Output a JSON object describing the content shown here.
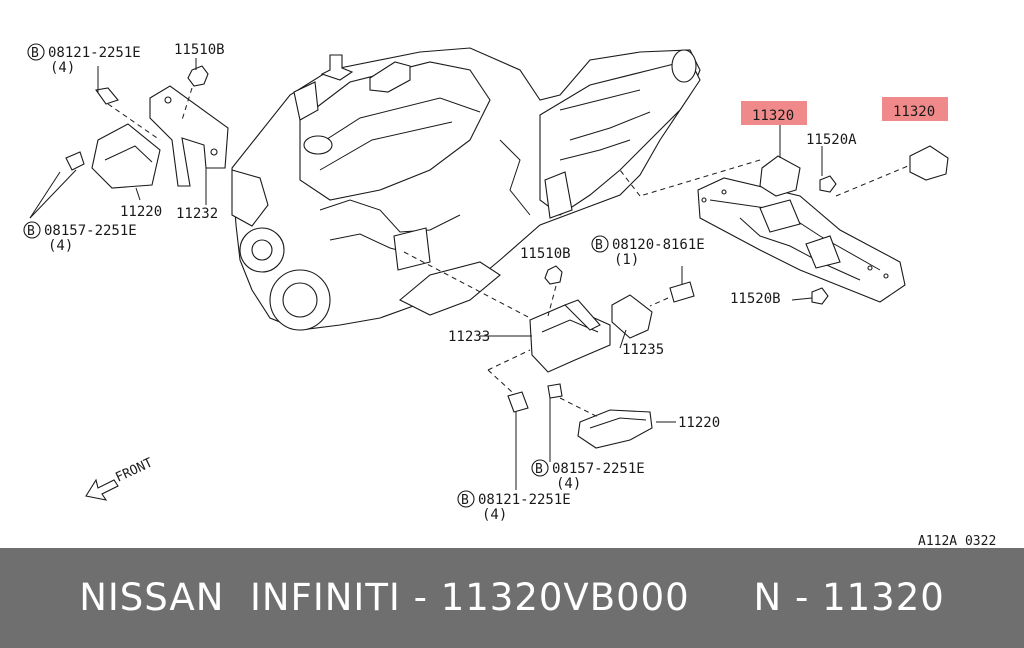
{
  "labels": {
    "top_left_bolt_code": "08121-2251E",
    "top_left_bolt_qty": "(4)",
    "top_left_nut": "11510B",
    "left_mount": "11220",
    "left_bracket": "11232",
    "left_bolt_code": "08157-2251E",
    "left_bolt_qty": "(4)",
    "insulator_a": "11320",
    "insulator_b": "11320",
    "washer_a": "11520A",
    "washer_b": "11520B",
    "center_nut": "11510B",
    "center_bolt_code": "08120-8161E",
    "center_bolt_qty": "(1)",
    "center_bracket": "11233",
    "center_stay": "11235",
    "right_mount": "11220",
    "bottom_bolt1_code": "08157-2251E",
    "bottom_bolt1_qty": "(4)",
    "bottom_bolt2_code": "08121-2251E",
    "bottom_bolt2_qty": "(4)",
    "front": "FRONT",
    "bolt_marker": "B",
    "figure_code": "A112A 0322"
  },
  "highlight_color": "#f08a8a",
  "footer": {
    "text": "NISSAN  INFINITI - 11320VB000     N - 11320",
    "bg_color": "#6f6f6f"
  }
}
